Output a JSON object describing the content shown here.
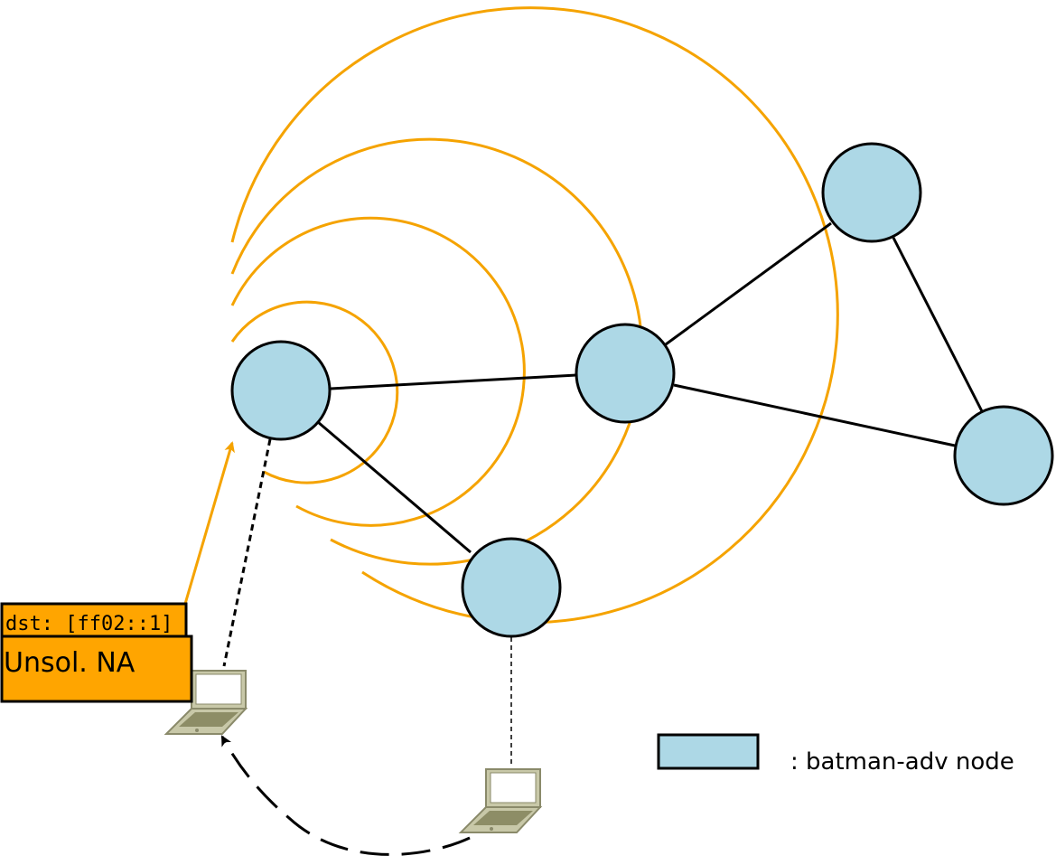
{
  "packet": {
    "header": "dst: [ff02::1]",
    "title": "Unsol. NA"
  },
  "legend": {
    "node_label": ": batman-adv node"
  },
  "colors": {
    "node_fill": "#add8e6",
    "wave": "#f5a300",
    "packet_fill": "#ffa500"
  },
  "icons": [
    "laptop-icon",
    "laptop-icon"
  ]
}
